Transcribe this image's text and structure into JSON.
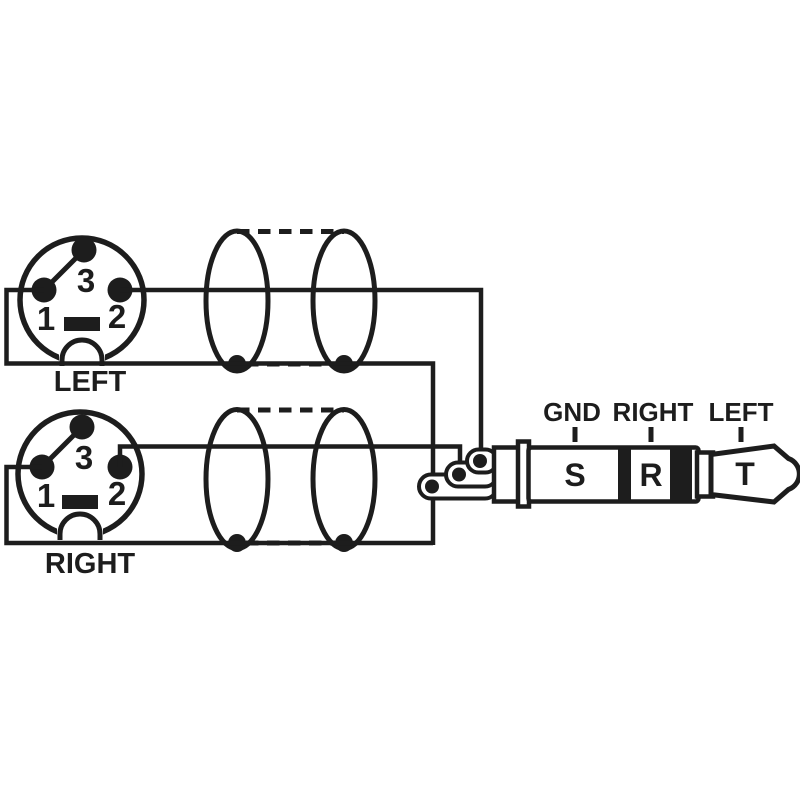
{
  "meta": {
    "ink": "#1d1d1d",
    "background": "#ffffff"
  },
  "xlr_left": {
    "label": "LEFT",
    "pin1": "1",
    "pin2": "2",
    "pin3": "3"
  },
  "xlr_right": {
    "label": "RIGHT",
    "pin1": "1",
    "pin2": "2",
    "pin3": "3"
  },
  "jack": {
    "terminals": {
      "gnd": "GND",
      "right": "RIGHT",
      "left": "LEFT"
    },
    "sections": {
      "sleeve": "S",
      "ring": "R",
      "tip": "T"
    }
  }
}
